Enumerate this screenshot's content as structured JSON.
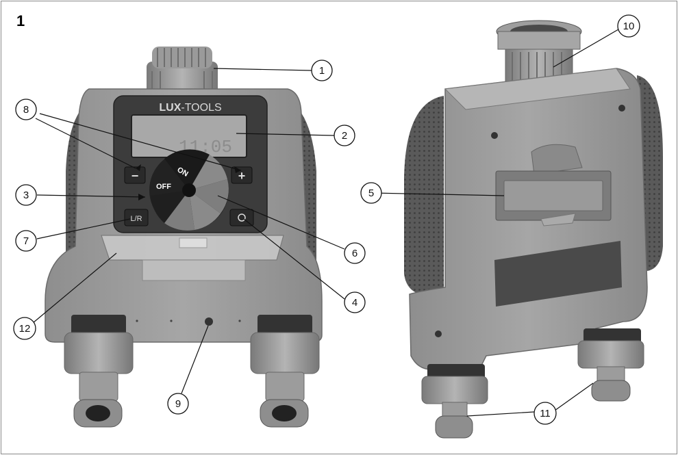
{
  "figure_number": "1",
  "brand": {
    "bold": "LUX",
    "rest": "-TOOLS"
  },
  "lcd_text": "11:05",
  "dial": {
    "on": "ON",
    "off": "OFF"
  },
  "buttons": {
    "minus": "−",
    "plus": "+",
    "lr": "L/R"
  },
  "callouts": [
    "1",
    "2",
    "3",
    "4",
    "5",
    "6",
    "7",
    "8",
    "9",
    "10",
    "11",
    "12"
  ]
}
